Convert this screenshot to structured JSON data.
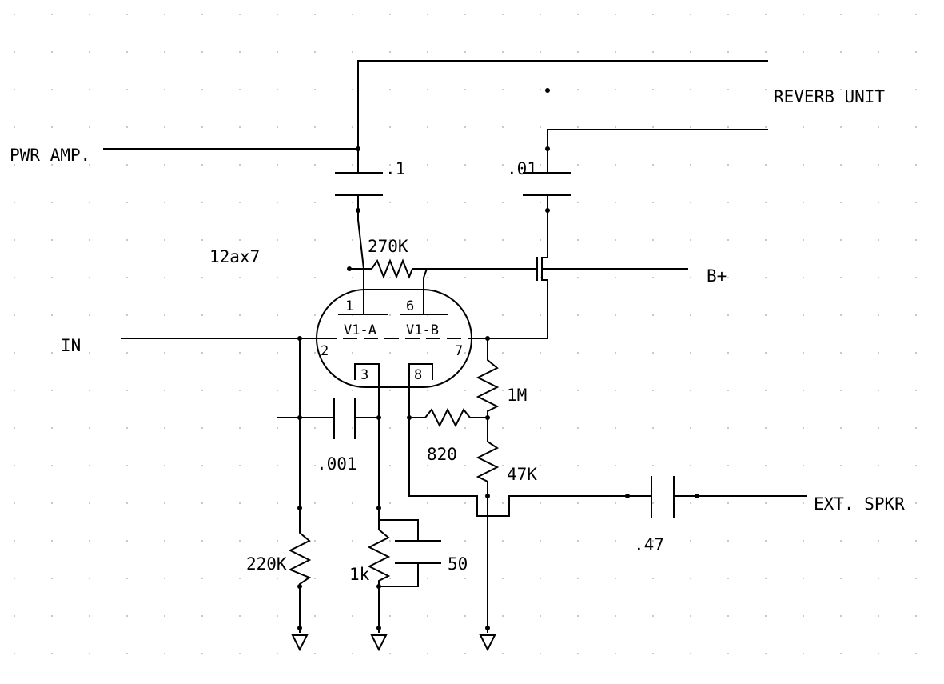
{
  "labels": {
    "pwr_amp": "PWR AMP.",
    "reverb_unit": "REVERB UNIT",
    "in": "IN",
    "b_plus": "B+",
    "ext_spkr": "EXT. SPKR",
    "tube_type": "12ax7"
  },
  "tube": {
    "section_a": "V1-A",
    "section_b": "V1-B",
    "pins": [
      "1",
      "6",
      "2",
      "7",
      "3",
      "8"
    ]
  },
  "components": {
    "cap_pwr_amp": ".1",
    "cap_reverb": ".01",
    "r_plate_a": "270K",
    "r_1m": "1M",
    "r_820": "820",
    "r_47k": "47K",
    "cap_001": ".001",
    "r_220k": "220K",
    "r_1k": "1k",
    "cap_50": "50",
    "cap_47": ".47"
  }
}
